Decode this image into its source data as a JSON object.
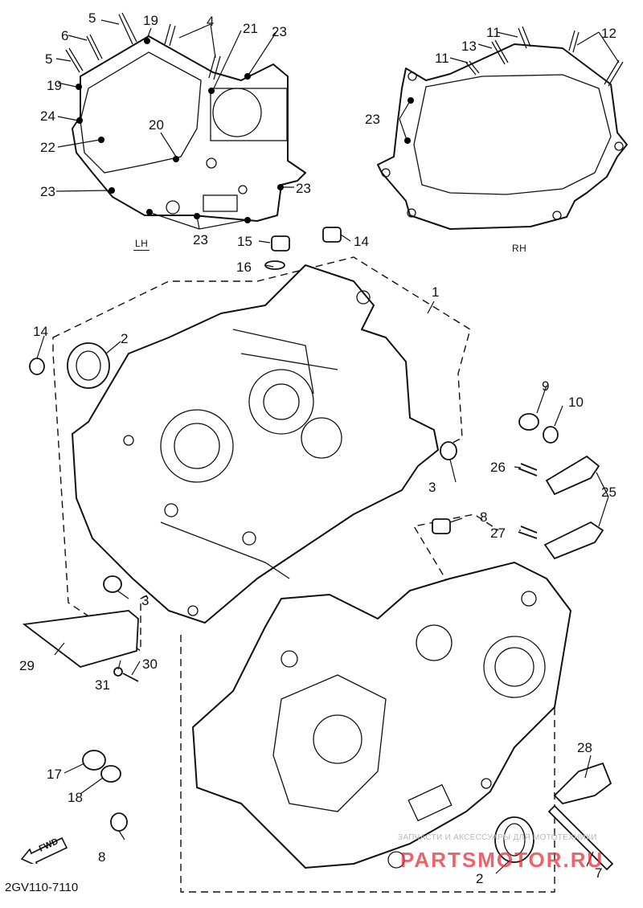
{
  "diagram": {
    "title_code": "2GV110-7110",
    "subject": "Crankcase exploded parts diagram",
    "side_labels": {
      "left": "LH",
      "right": "RH"
    },
    "direction_marker": "FWD",
    "watermark": {
      "tagline": "ЗАПЧАСТИ И АКСЕССУАРЫ ДЛЯ МОТОТЕХНИКИ",
      "brand": "PARTSMOTOR.RU",
      "color": "#e8303a"
    },
    "callouts": [
      {
        "id": "c5a",
        "label": "5"
      },
      {
        "id": "c19a",
        "label": "19"
      },
      {
        "id": "c4",
        "label": "4"
      },
      {
        "id": "c21",
        "label": "21"
      },
      {
        "id": "c23a",
        "label": "23"
      },
      {
        "id": "c6",
        "label": "6"
      },
      {
        "id": "c5b",
        "label": "5"
      },
      {
        "id": "c19b",
        "label": "19"
      },
      {
        "id": "c24",
        "label": "24"
      },
      {
        "id": "c20",
        "label": "20"
      },
      {
        "id": "c22",
        "label": "22"
      },
      {
        "id": "c23b",
        "label": "23"
      },
      {
        "id": "c23c",
        "label": "23"
      },
      {
        "id": "c23d",
        "label": "23"
      },
      {
        "id": "c11a",
        "label": "11"
      },
      {
        "id": "c12",
        "label": "12"
      },
      {
        "id": "c13",
        "label": "13"
      },
      {
        "id": "c11b",
        "label": "11"
      },
      {
        "id": "c23e",
        "label": "23"
      },
      {
        "id": "c15",
        "label": "15"
      },
      {
        "id": "c14a",
        "label": "14"
      },
      {
        "id": "c16",
        "label": "16"
      },
      {
        "id": "c1",
        "label": "1"
      },
      {
        "id": "c14b",
        "label": "14"
      },
      {
        "id": "c2a",
        "label": "2"
      },
      {
        "id": "c9",
        "label": "9"
      },
      {
        "id": "c10",
        "label": "10"
      },
      {
        "id": "c26",
        "label": "26"
      },
      {
        "id": "c25",
        "label": "25"
      },
      {
        "id": "c3a",
        "label": "3"
      },
      {
        "id": "c8a",
        "label": "8"
      },
      {
        "id": "c27",
        "label": "27"
      },
      {
        "id": "c3b",
        "label": "3"
      },
      {
        "id": "c29",
        "label": "29"
      },
      {
        "id": "c30",
        "label": "30"
      },
      {
        "id": "c31",
        "label": "31"
      },
      {
        "id": "c28",
        "label": "28"
      },
      {
        "id": "c17",
        "label": "17"
      },
      {
        "id": "c18",
        "label": "18"
      },
      {
        "id": "c8b",
        "label": "8"
      },
      {
        "id": "c2b",
        "label": "2"
      },
      {
        "id": "c7",
        "label": "7"
      }
    ]
  }
}
